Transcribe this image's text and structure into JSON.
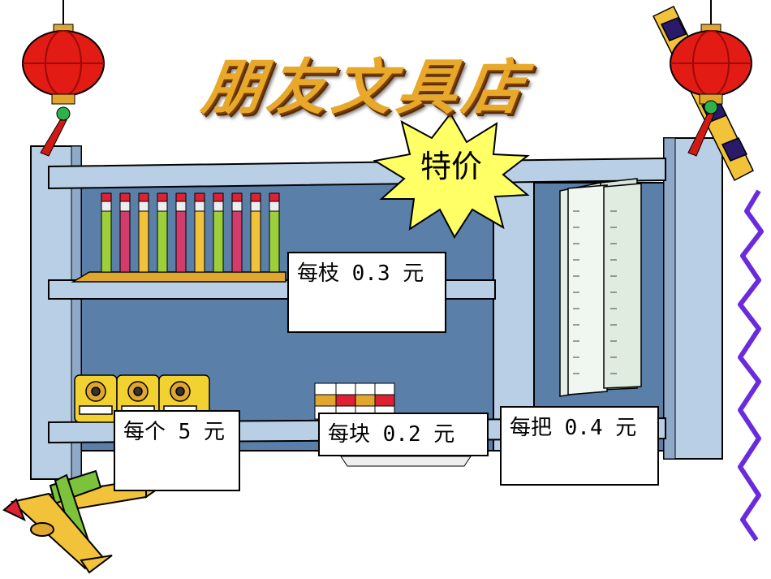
{
  "title": "朋友文具店",
  "badge": "特价",
  "prices": {
    "pencil": "每枝 0.3 元",
    "sharpener": "每个 5 元",
    "eraser": "每块 0.2 元",
    "ruler": "每把 0.4 元"
  },
  "icons": [
    "lantern-icon",
    "pencil-icon",
    "sharpener-icon",
    "eraser-icon",
    "ruler-icon",
    "crayon-icon"
  ],
  "colors": {
    "shelf_blue": "#5a7fa8",
    "shelf_light": "#b9cfe6",
    "lantern_red": "#e21b14",
    "title_gold": "#e8a82a",
    "burst_yellow": "#ffff66",
    "squiggle_purple": "#6a2bdc"
  }
}
